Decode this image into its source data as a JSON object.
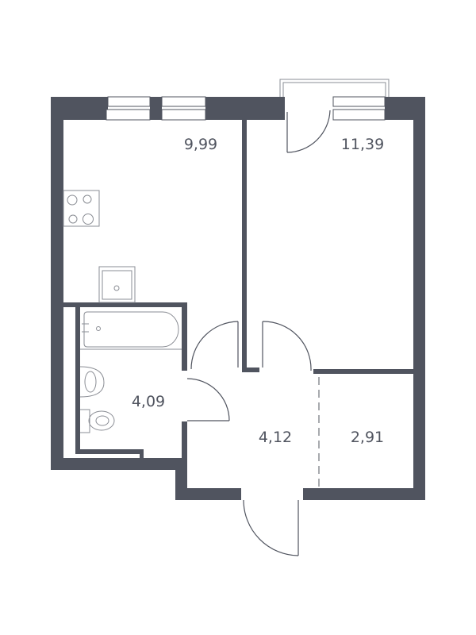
{
  "floor_plan": {
    "wall_color": "#50545f",
    "rooms": [
      {
        "id": "kitchen-living",
        "area": "9,99"
      },
      {
        "id": "bedroom",
        "area": "11,39"
      },
      {
        "id": "bathroom",
        "area": "4,09"
      },
      {
        "id": "hallway",
        "area": "4,12"
      },
      {
        "id": "wardrobe",
        "area": "2,91"
      }
    ]
  }
}
